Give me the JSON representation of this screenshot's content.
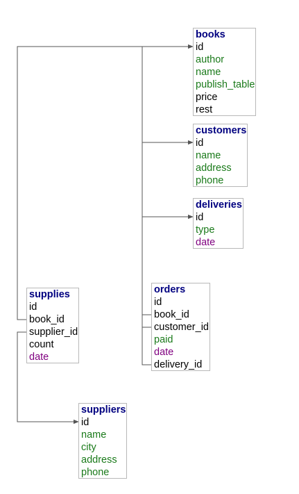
{
  "colors": {
    "title": "#000080",
    "key": "#000000",
    "text_column": "#1a7a1a",
    "date_column": "#800080",
    "border": "#b8b8b8",
    "edge": "#555555"
  },
  "tables": {
    "books": {
      "name": "books",
      "columns": [
        {
          "label": "id",
          "kind": "key"
        },
        {
          "label": "author",
          "kind": "text"
        },
        {
          "label": "name",
          "kind": "text"
        },
        {
          "label": "publish_table",
          "kind": "text"
        },
        {
          "label": "price",
          "kind": "key"
        },
        {
          "label": "rest",
          "kind": "key"
        }
      ]
    },
    "customers": {
      "name": "customers",
      "columns": [
        {
          "label": "id",
          "kind": "key"
        },
        {
          "label": "name",
          "kind": "text"
        },
        {
          "label": "address",
          "kind": "text"
        },
        {
          "label": "phone",
          "kind": "text"
        }
      ]
    },
    "deliveries": {
      "name": "deliveries",
      "columns": [
        {
          "label": "id",
          "kind": "key"
        },
        {
          "label": "type",
          "kind": "text"
        },
        {
          "label": "date",
          "kind": "date"
        }
      ]
    },
    "supplies": {
      "name": "supplies",
      "columns": [
        {
          "label": "id",
          "kind": "key"
        },
        {
          "label": "book_id",
          "kind": "key"
        },
        {
          "label": "supplier_id",
          "kind": "key"
        },
        {
          "label": "count",
          "kind": "key"
        },
        {
          "label": "date",
          "kind": "date"
        }
      ]
    },
    "orders": {
      "name": "orders",
      "columns": [
        {
          "label": "id",
          "kind": "key"
        },
        {
          "label": "book_id",
          "kind": "key"
        },
        {
          "label": "customer_id",
          "kind": "key"
        },
        {
          "label": "paid",
          "kind": "text"
        },
        {
          "label": "date",
          "kind": "date"
        },
        {
          "label": "delivery_id",
          "kind": "key"
        }
      ]
    },
    "suppliers": {
      "name": "suppliers",
      "columns": [
        {
          "label": "id",
          "kind": "key"
        },
        {
          "label": "name",
          "kind": "text"
        },
        {
          "label": "city",
          "kind": "text"
        },
        {
          "label": "address",
          "kind": "text"
        },
        {
          "label": "phone",
          "kind": "text"
        }
      ]
    }
  }
}
